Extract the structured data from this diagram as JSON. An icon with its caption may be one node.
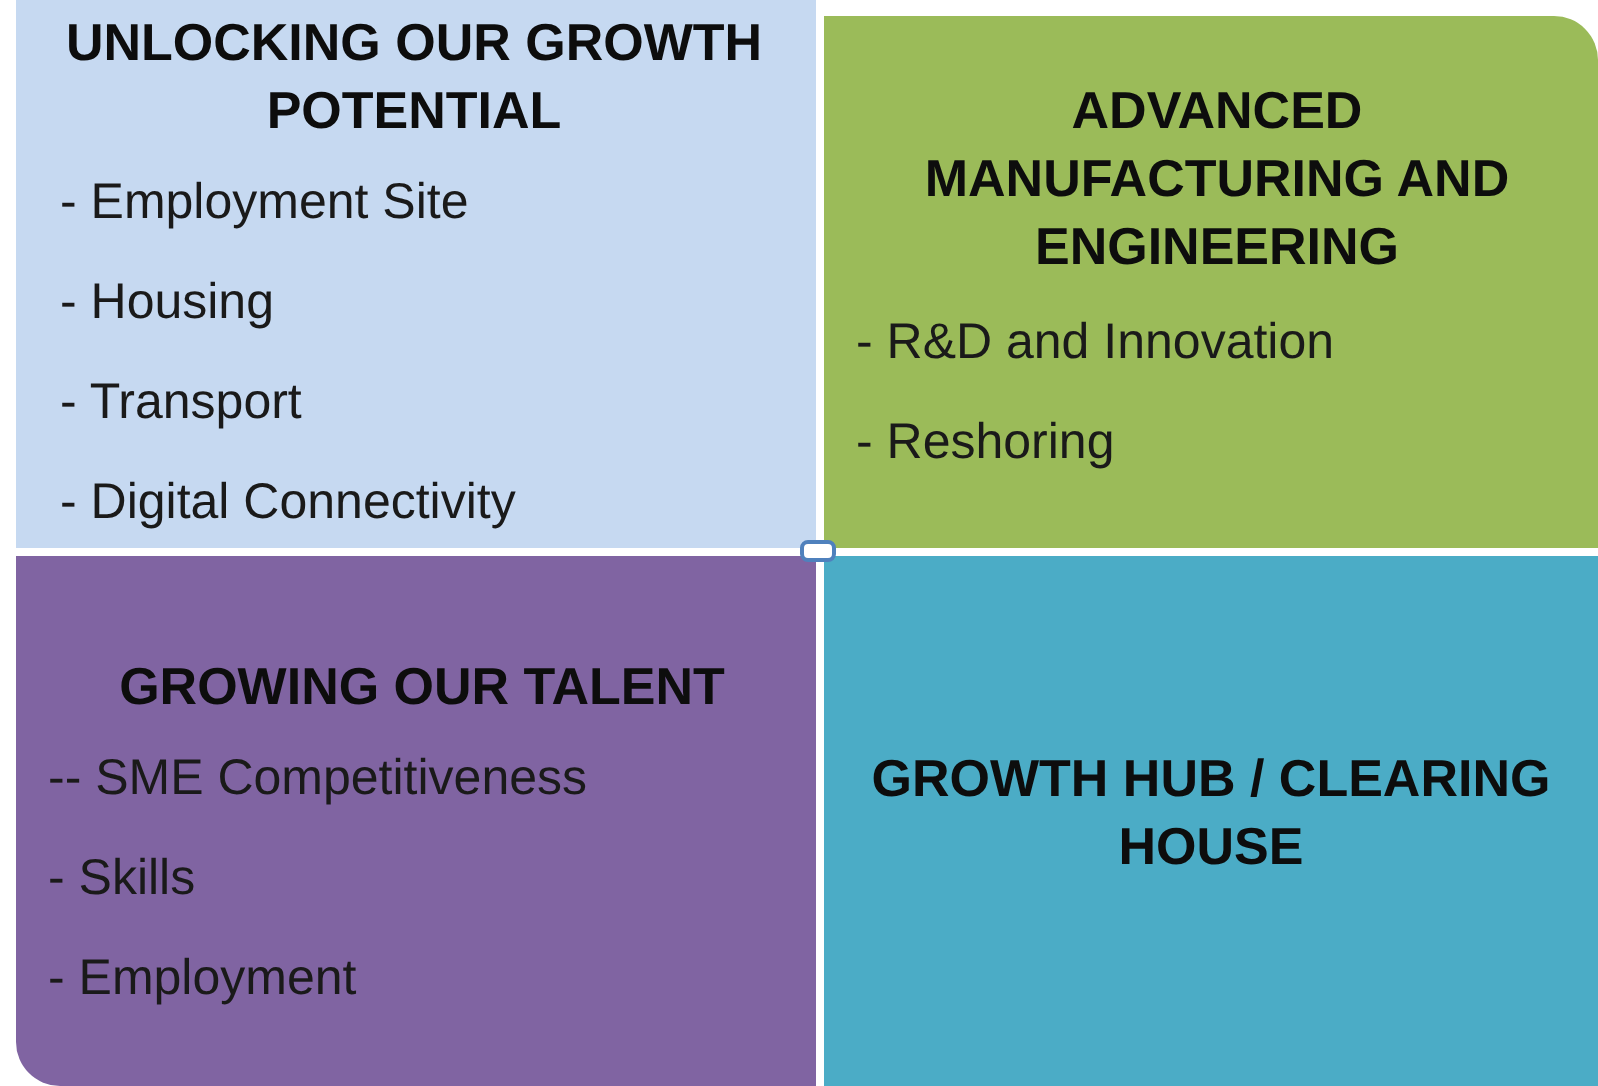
{
  "diagram": {
    "nodes": [
      {
        "text": [
          "UNLOCKING OUR GROWTH POTENTIAL",
          "- Employment Site",
          "- Housing",
          "- Transport",
          "- Digital Connectivity"
        ]
      },
      {
        "text": [
          "ADVANCED MANUFACTURING AND ENGINEERING",
          "- R&D and Innovation",
          "- Reshoring"
        ]
      },
      {
        "text": [
          "GROWING OUR TALENT",
          "-- SME Competitiveness",
          "- Skills",
          "- Employment"
        ]
      },
      {
        "text": [
          "GROWTH HUB / CLEARING HOUSE"
        ]
      }
    ]
  }
}
